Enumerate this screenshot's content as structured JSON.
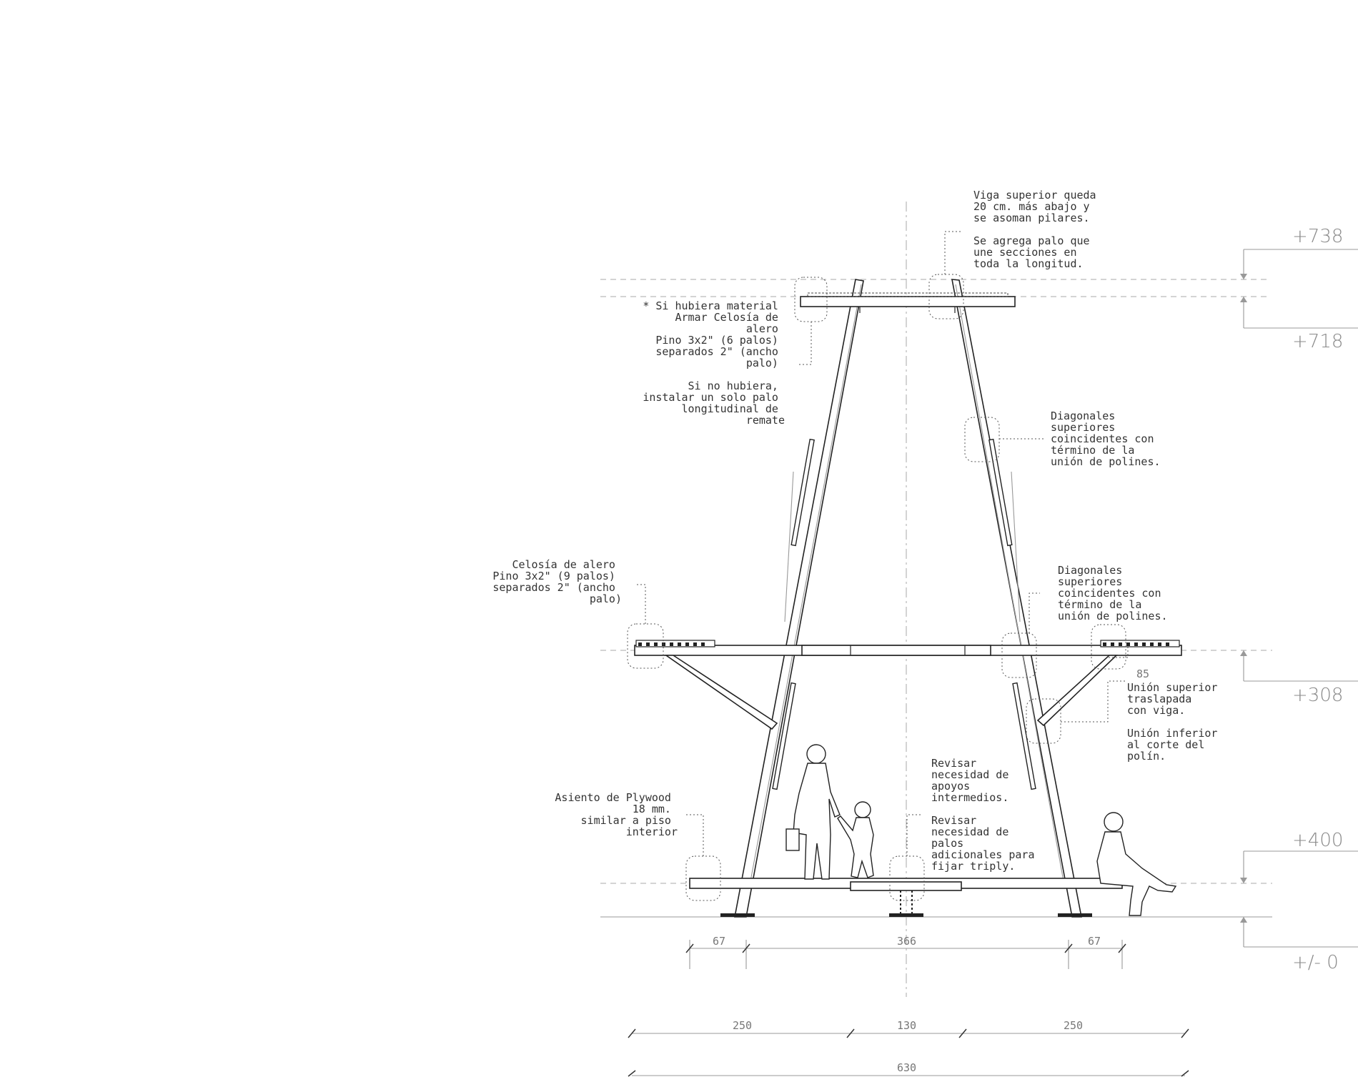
{
  "levels": {
    "l738": "+738",
    "l718": "+718",
    "l308": "+308",
    "l400": "+400",
    "l0": "+/- 0"
  },
  "notes": {
    "viga": [
      "Viga superior queda",
      "20 cm. más abajo y",
      "se asoman pilares.",
      "",
      "Se agrega palo que",
      "une secciones en",
      "toda la longitud."
    ],
    "celosia_top": [
      "* Si hubiera material",
      "Armar Celosía de",
      "alero",
      "Pino 3x2\" (6 palos)",
      "separados 2\" (ancho",
      "palo)",
      "",
      "Si no hubiera,",
      "instalar un solo palo",
      "longitudinal de",
      "remate"
    ],
    "diag_upper": [
      "Diagonales",
      "superiores",
      "coincidentes con",
      "término de la",
      "unión de polines."
    ],
    "diag_mid": [
      "Diagonales",
      "superiores",
      "coincidentes con",
      "término de la",
      "unión de polines."
    ],
    "celosia_mid": [
      "Celosía de alero",
      "Pino 3x2\" (9 palos)",
      "separados 2\" (ancho",
      "palo)"
    ],
    "union": [
      "Unión superior",
      "traslapada",
      "con viga.",
      "",
      "Unión inferior",
      "al corte del",
      "polín."
    ],
    "revisar": [
      "Revisar",
      "necesidad de",
      "apoyos",
      "intermedios.",
      "",
      "Revisar",
      "necesidad de",
      "palos",
      "adicionales para",
      "fijar triply."
    ],
    "asiento": [
      "Asiento de Plywood",
      "18 mm.",
      "similar a piso",
      "interior"
    ]
  },
  "dims": {
    "d85": "85",
    "d67a": "67",
    "d366": "366",
    "d67b": "67",
    "d250a": "250",
    "d130": "130",
    "d250b": "250",
    "d630": "630"
  }
}
